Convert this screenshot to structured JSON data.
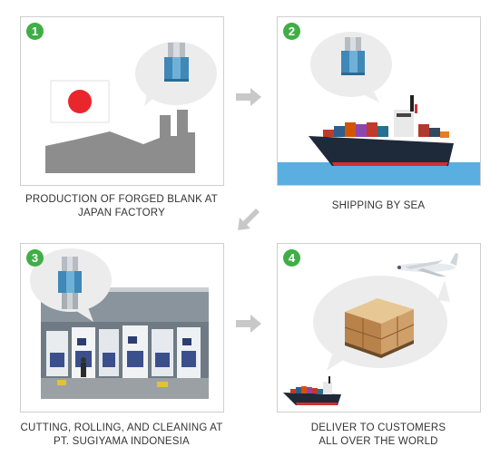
{
  "steps": [
    {
      "number": "1",
      "caption_line1": "PRODUCTION OF FORGED BLANK AT",
      "caption_line2": "JAPAN FACTORY"
    },
    {
      "number": "2",
      "caption_line1": "SHIPPING BY SEA",
      "caption_line2": ""
    },
    {
      "number": "3",
      "caption_line1": "CUTTING, ROLLING, AND CLEANING AT",
      "caption_line2": "PT. SUGIYAMA INDONESIA"
    },
    {
      "number": "4",
      "caption_line1": "DELIVER TO CUSTOMERS",
      "caption_line2": "ALL OVER THE WORLD"
    }
  ],
  "colors": {
    "badge": "#3fae46",
    "arrow": "#c8c8c8",
    "bubble": "#ececec",
    "sea": "#5aaee0",
    "japan_red": "#e8262c",
    "factory": "#8d8d8d"
  }
}
